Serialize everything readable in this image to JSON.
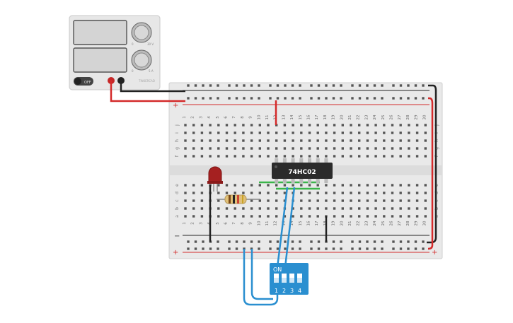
{
  "power_supply": {
    "switch_label": "OFF",
    "knob_top_label": "",
    "knob_bottom_label": "",
    "range_top_low": "0",
    "range_top_high": "30 V",
    "range_bottom_low": "0",
    "range_bottom_high": "5 A"
  },
  "breadboard": {
    "column_numbers": [
      "1",
      "2",
      "3",
      "4",
      "5",
      "6",
      "7",
      "8",
      "9",
      "10",
      "11",
      "12",
      "13",
      "14",
      "15",
      "16",
      "17",
      "18",
      "19",
      "20",
      "21",
      "22",
      "23",
      "24",
      "25",
      "26",
      "27",
      "28",
      "29",
      "30"
    ],
    "rows_top": [
      "j",
      "i",
      "h",
      "g",
      "f"
    ],
    "rows_bottom": [
      "e",
      "d",
      "c",
      "b",
      "a"
    ],
    "rail_minus": "−",
    "rail_plus": "+"
  },
  "chip": {
    "label": "74HC02"
  },
  "dip_switch": {
    "on_label": "ON",
    "positions": [
      "1",
      "2",
      "3",
      "4"
    ]
  },
  "colors": {
    "wire_red": "#d42a2a",
    "wire_black": "#222222",
    "wire_blue": "#2a8fd0",
    "wire_green": "#3ab54a",
    "dip_body": "#2a8fd0",
    "chip_body": "#2b2b2b",
    "board": "#e9e9e9"
  }
}
